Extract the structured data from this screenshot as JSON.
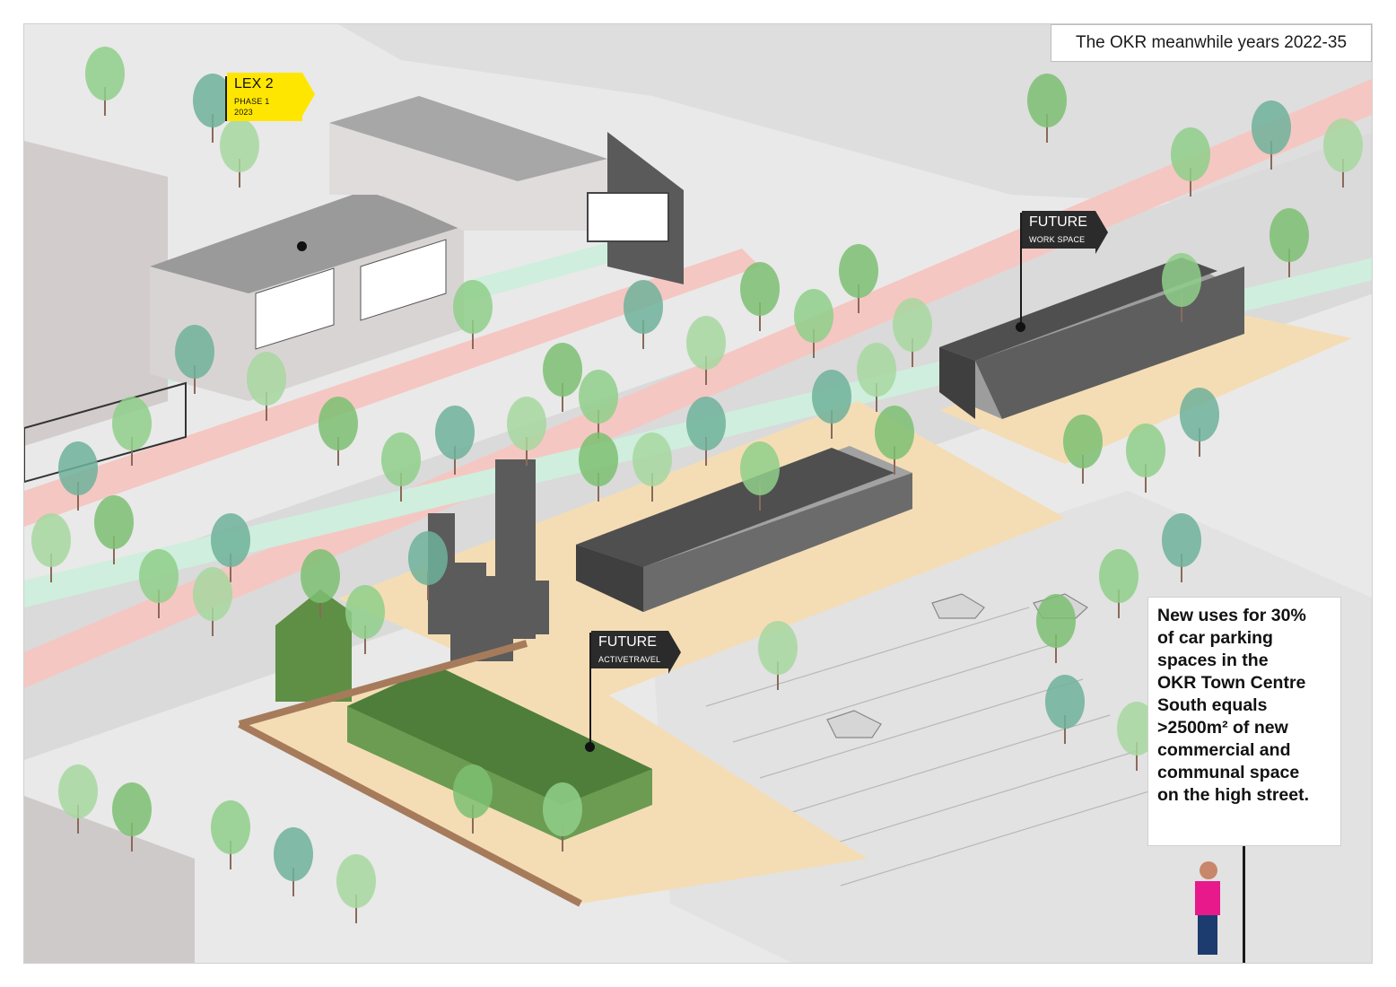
{
  "header": {
    "title": "The OKR meanwhile years 2022-35"
  },
  "flags": {
    "lex": {
      "title": "LEX 2",
      "line1": "PHASE 1",
      "line2": "2023"
    },
    "workspace": {
      "title": "FUTURE",
      "subtitle": "WORK SPACE"
    },
    "activetravel": {
      "title": "FUTURE",
      "subtitle": "ACTIVETRAVEL"
    }
  },
  "callout": {
    "lines": [
      "New uses for 30%",
      "of car parking",
      "spaces in the",
      "OKR Town Centre",
      "South equals",
      ">2500m² of new",
      "commercial and",
      "communal space",
      "on the high street."
    ]
  },
  "colors": {
    "ground": "#e6e6e6",
    "road": "#d9d9d9",
    "cycle_lane": "#f4c6c0",
    "verge": "#cdeedd",
    "plaza": "#f4ddb5",
    "building_light": "#d8d4d4",
    "building_dark": "#575757",
    "green_building": "#5f8f45",
    "tree": "#8fcf8a",
    "tree_alt": "#6fb19a",
    "flag_yellow": "#ffe600",
    "flag_dark": "#2b2b2b"
  }
}
